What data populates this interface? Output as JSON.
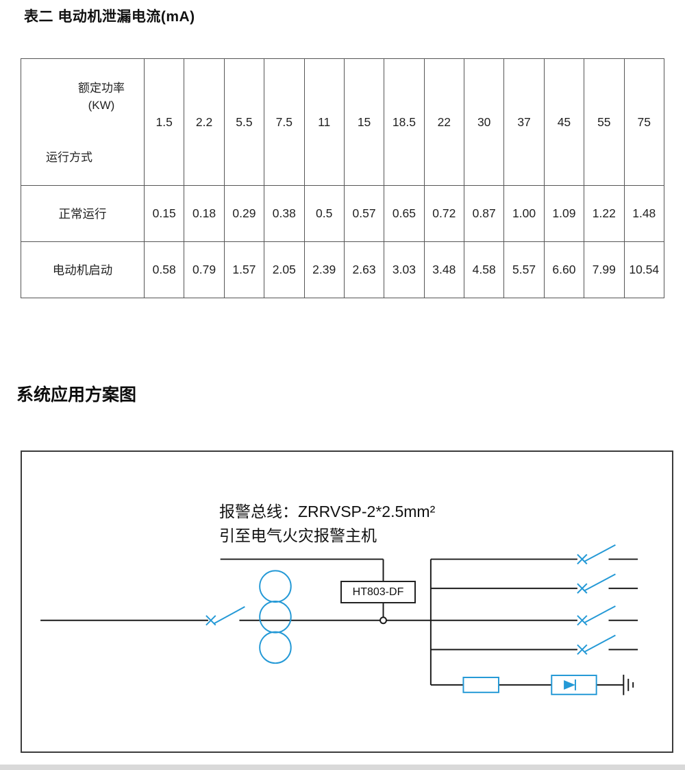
{
  "page": {
    "table_title": "表二 电动机泄漏电流(mA)",
    "section_title": "系统应用方案图"
  },
  "table": {
    "corner": {
      "top_line1": "额定功率",
      "top_line2": "(KW)",
      "bottom": "运行方式"
    },
    "columns": [
      "1.5",
      "2.2",
      "5.5",
      "7.5",
      "11",
      "15",
      "18.5",
      "22",
      "30",
      "37",
      "45",
      "55",
      "75"
    ],
    "rows": [
      {
        "label": "正常运行",
        "values": [
          "0.15",
          "0.18",
          "0.29",
          "0.38",
          "0.5",
          "0.57",
          "0.65",
          "0.72",
          "0.87",
          "1.00",
          "1.09",
          "1.22",
          "1.48"
        ]
      },
      {
        "label": "电动机启动",
        "values": [
          "0.58",
          "0.79",
          "1.57",
          "2.05",
          "2.39",
          "2.63",
          "3.03",
          "3.48",
          "4.58",
          "5.57",
          "6.60",
          "7.99",
          "10.54"
        ]
      }
    ]
  },
  "diagram": {
    "alarm_bus_line1": "报警总线：ZRRVSP-2*2.5mm²",
    "alarm_bus_line2": "引至电气火灾报警主机",
    "device_label": "HT803-DF",
    "accent_color": "#2499d6",
    "line_color": "#1a1a1a",
    "border_color": "#3b3b3b"
  }
}
